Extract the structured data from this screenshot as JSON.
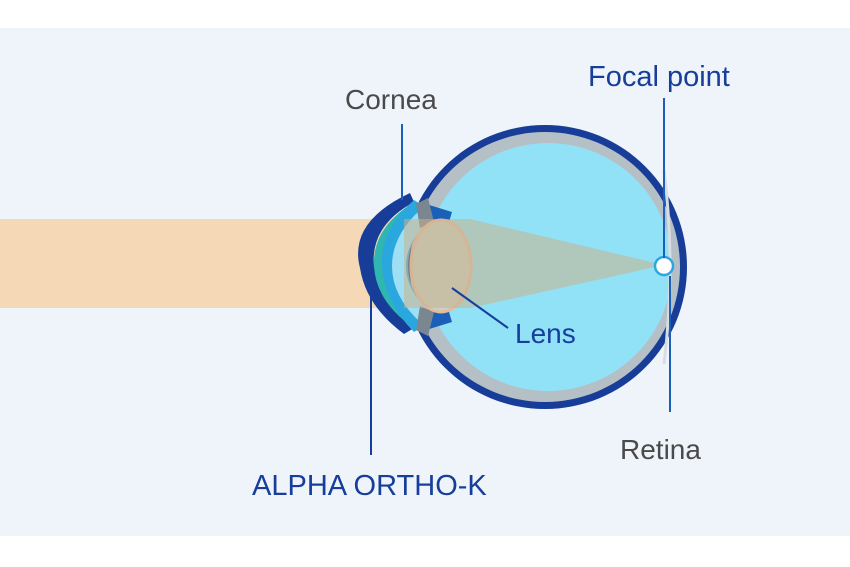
{
  "labels": {
    "cornea": "Cornea",
    "focal_point": "Focal point",
    "lens": "Lens",
    "retina": "Retina",
    "alpha_ortho_k": "ALPHA ORTHO-K"
  },
  "colors": {
    "background_panel": "#eef4fa",
    "light_beam": "#f5d9b6",
    "eye_outline": "#173d98",
    "sclera": "#b5bfc6",
    "vitreous": "#92e2f7",
    "cornea_blue": "#2ba7df",
    "lens_body": "#c7d3c6",
    "focal_point_fill": "#ffffff",
    "label_gray": "#4a4a4a",
    "label_blue": "#163e9a"
  }
}
